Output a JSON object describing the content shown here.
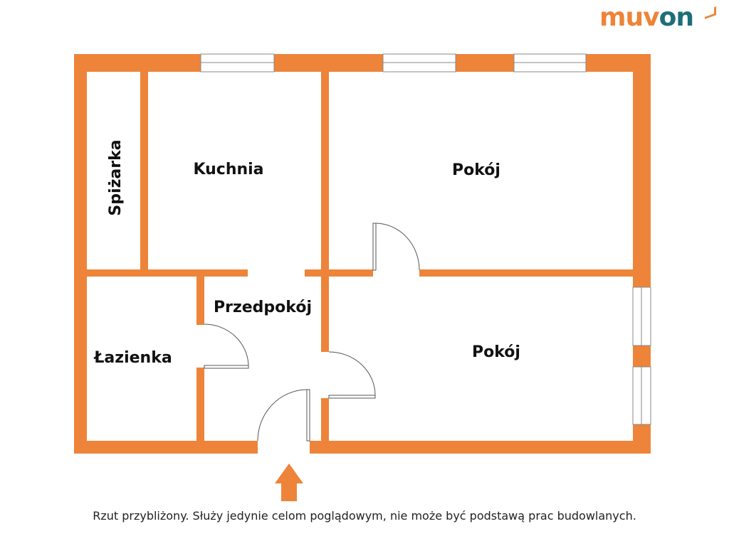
{
  "logo": {
    "part1": "muv",
    "part2": "on"
  },
  "rooms": {
    "pantry": "Spiżarka",
    "kitchen": "Kuchnia",
    "room_top": "Pokój",
    "hall": "Przedpokój",
    "bathroom": "Łazienka",
    "room_bottom": "Pokój"
  },
  "disclaimer": "Rzut przybliżony. Służy jedynie celom poglądowym, nie może być podstawą prac budowlanych.",
  "colors": {
    "wall": "#ED843A",
    "brand_teal": "#1E6E78"
  }
}
